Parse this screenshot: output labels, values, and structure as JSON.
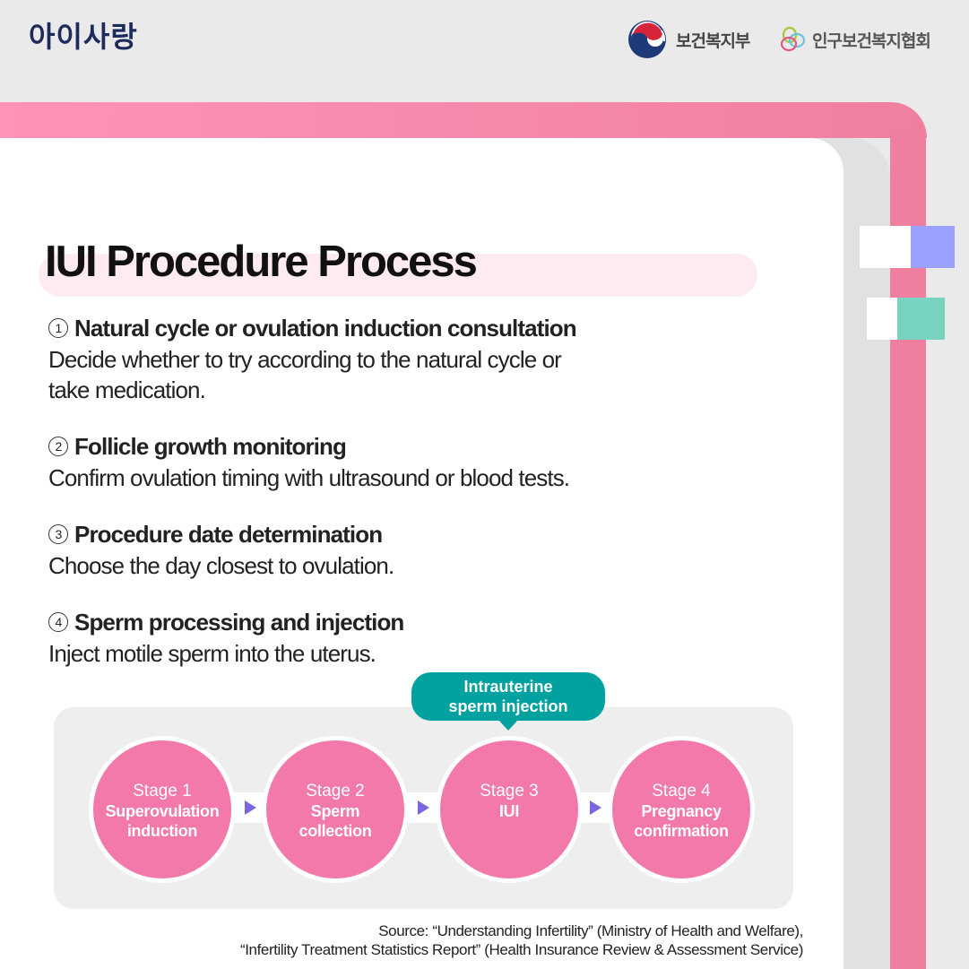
{
  "header": {
    "brand": "아이사랑",
    "partners": [
      {
        "name": "보건복지부",
        "icon": "taegeuk-emblem-icon"
      },
      {
        "name": "인구보건복지협회",
        "icon": "interlocking-rings-icon"
      }
    ]
  },
  "colors": {
    "frame_pink": "#f07f9f",
    "title_highlight": "#feebf0",
    "stage_pink": "#f279a9",
    "arrow_purple": "#7b66e0",
    "bubble_teal": "#00a19e",
    "tab_purple": "#9ba1ff",
    "tab_mint": "#78d3c0"
  },
  "main": {
    "title": "IUI Procedure Process",
    "steps": [
      {
        "num": "1",
        "heading": "Natural cycle or ovulation induction consultation",
        "desc": "Decide whether to try according to the natural cycle or",
        "desc2": "take medication."
      },
      {
        "num": "2",
        "heading": "Follicle growth monitoring",
        "desc": "Confirm ovulation timing with ultrasound or blood tests."
      },
      {
        "num": "3",
        "heading": "Procedure date determination",
        "desc": "Choose the day closest to ovulation."
      },
      {
        "num": "4",
        "heading": "Sperm processing and injection",
        "desc": "Inject motile sperm into the uterus."
      }
    ]
  },
  "flow": {
    "callout_line1": "Intrauterine",
    "callout_line2": "sperm injection",
    "stages": [
      {
        "label": "Stage 1",
        "name1": "Superovulation",
        "name2": "induction"
      },
      {
        "label": "Stage 2",
        "name1": "Sperm",
        "name2": "collection"
      },
      {
        "label": "Stage 3",
        "name1": "IUI",
        "name2": ""
      },
      {
        "label": "Stage 4",
        "name1": "Pregnancy",
        "name2": "confirmation"
      }
    ]
  },
  "source": {
    "line1": "Source: “Understanding Infertility” (Ministry of Health and Welfare),",
    "line2": "“Infertility Treatment Statistics Report” (Health Insurance Review & Assessment Service)"
  }
}
